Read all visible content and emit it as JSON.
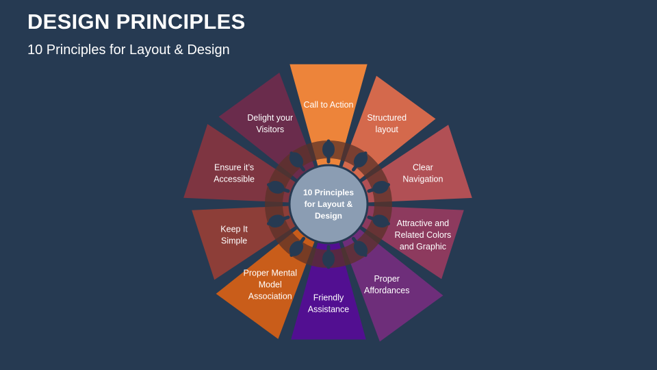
{
  "slide": {
    "title": "DESIGN PRINCIPLES",
    "subtitle": "10 Principles for Layout & Design"
  },
  "center": {
    "lines": [
      "10 Principles",
      "for Layout &",
      "Design"
    ],
    "fill": "#8B9DB3"
  },
  "colors": {
    "background": "#263A52",
    "ring": "#5B3128",
    "connector": "#263A52"
  },
  "segments": [
    {
      "lines": [
        "Call to Action"
      ],
      "color": "#ED843A"
    },
    {
      "lines": [
        "Structured",
        "layout"
      ],
      "color": "#D4694C"
    },
    {
      "lines": [
        "Clear",
        "Navigation"
      ],
      "color": "#B15055"
    },
    {
      "lines": [
        "Attractive and",
        "Related Colors",
        "and Graphic"
      ],
      "color": "#8D3A5E"
    },
    {
      "lines": [
        "Proper",
        "Affordances"
      ],
      "color": "#6E2E7A"
    },
    {
      "lines": [
        "Friendly",
        "Assistance"
      ],
      "color": "#520F91"
    },
    {
      "lines": [
        "Proper Mental",
        "Model",
        "Association"
      ],
      "color": "#C95D1A"
    },
    {
      "lines": [
        "Keep It",
        "Simple"
      ],
      "color": "#8D3E38"
    },
    {
      "lines": [
        "Ensure it’s",
        "Accessible"
      ],
      "color": "#7E3541"
    },
    {
      "lines": [
        "Delight your",
        "Visitors"
      ],
      "color": "#6A2C4C"
    }
  ]
}
